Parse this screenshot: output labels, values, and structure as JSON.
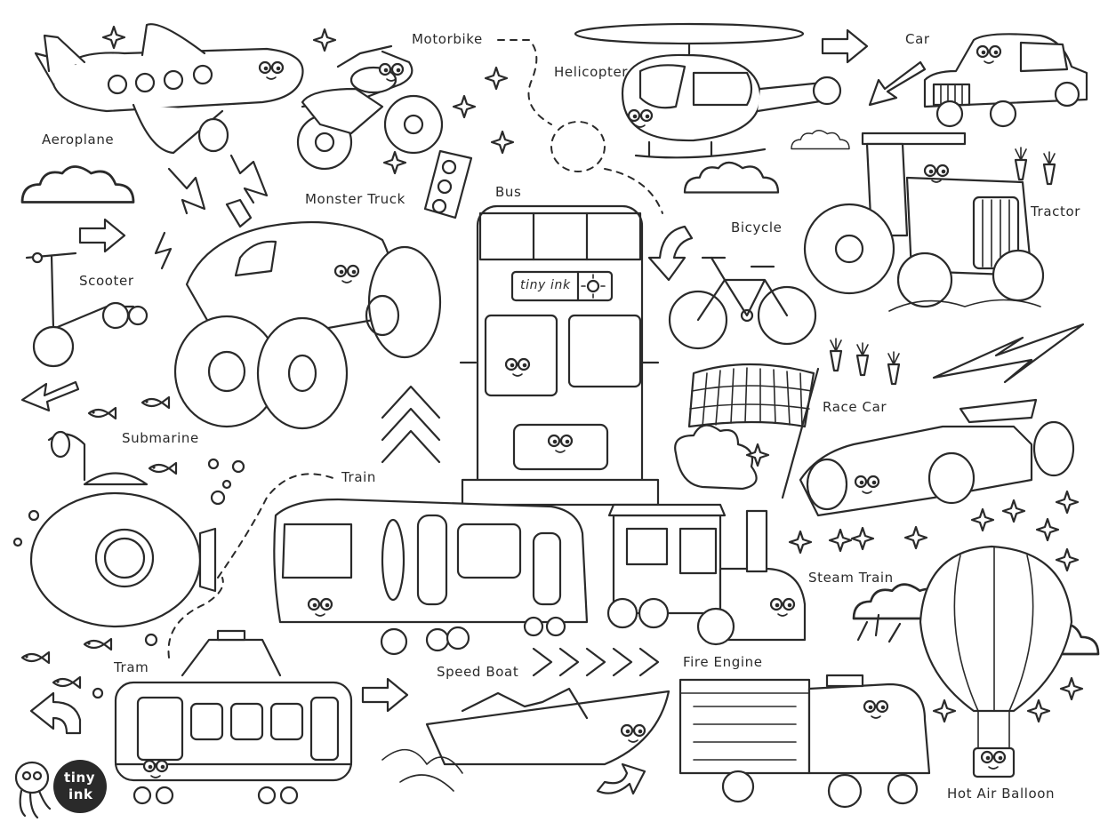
{
  "labels": {
    "aeroplane": "Aeroplane",
    "motorbike": "Motorbike",
    "helicopter": "Helicopter",
    "car": "Car",
    "monster_truck": "Monster Truck",
    "bus": "Bus",
    "bicycle": "Bicycle",
    "tractor": "Tractor",
    "scooter": "Scooter",
    "submarine": "Submarine",
    "race_car": "Race Car",
    "train": "Train",
    "steam_train": "Steam Train",
    "tram": "Tram",
    "speed_boat": "Speed Boat",
    "fire_engine": "Fire Engine",
    "hot_air_balloon": "Hot Air Balloon"
  },
  "bus_sign": {
    "text": "tiny ink"
  },
  "logo": {
    "line1": "tiny",
    "line2": "ink"
  },
  "colors": {
    "ink": "#2a2a2a",
    "paper": "#ffffff"
  },
  "icons": [
    "star-icon",
    "arrow-icon",
    "cloud-icon",
    "fish-icon",
    "bubble-icon",
    "lightning-icon",
    "carrot-icon",
    "sun-icon"
  ]
}
